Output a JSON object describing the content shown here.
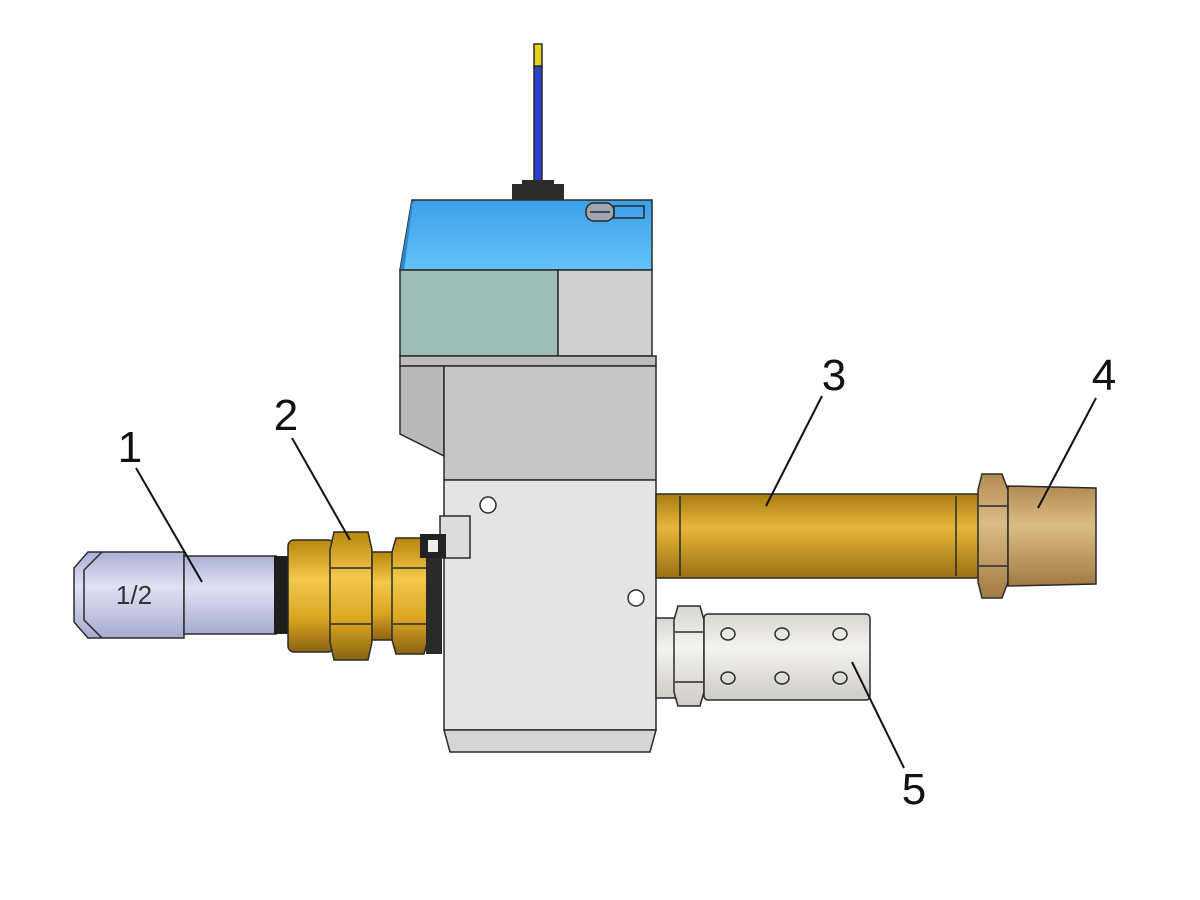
{
  "callouts": [
    {
      "id": "1",
      "label": "1"
    },
    {
      "id": "2",
      "label": "2"
    },
    {
      "id": "3",
      "label": "3"
    },
    {
      "id": "4",
      "label": "4"
    },
    {
      "id": "5",
      "label": "5"
    }
  ],
  "fitting_marking": "1/2",
  "colors": {
    "coil_blue": "#5bbcf5",
    "coil_window": "#9fbdb8",
    "body_grey": "#cfcfcf",
    "body_light": "#e6e6e6",
    "brass": "#e0b02a",
    "brass_dark": "#a8781a",
    "bronze_nozzle": "#c9a46a",
    "steel_fitting": "#c9cde6",
    "silencer": "#e8e6e2",
    "wire_blue": "#2f3fcf",
    "wire_yellow": "#e6d020"
  }
}
